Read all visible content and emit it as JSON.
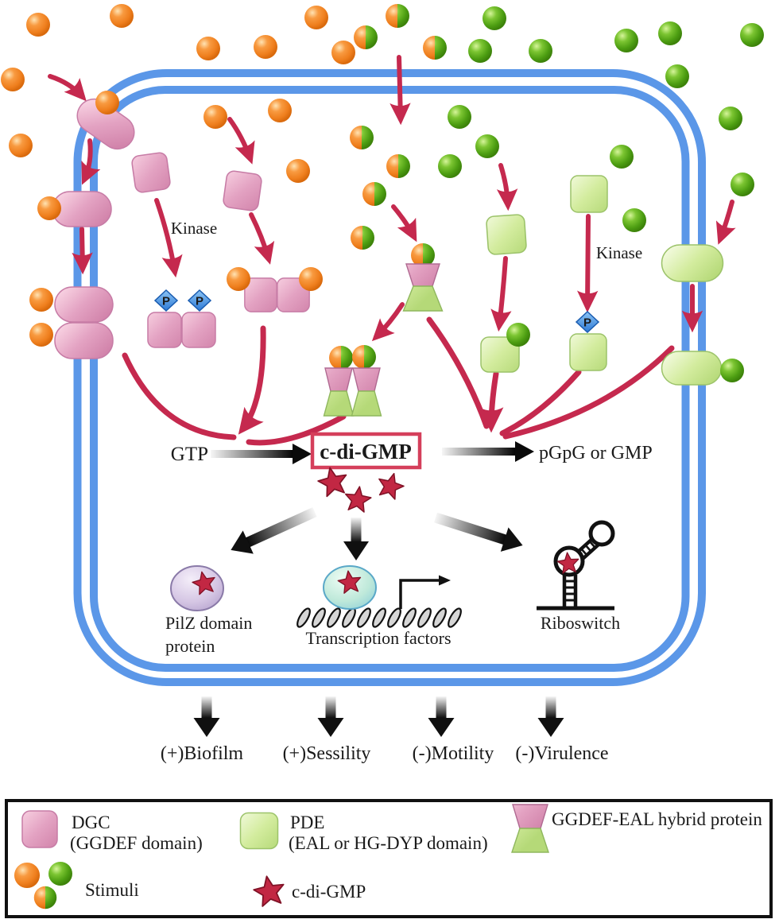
{
  "figure": {
    "type": "cell-signaling-diagram",
    "topic": "c-di-GMP signaling pathway in bacteria"
  },
  "labels": {
    "kinase_left": "Kinase",
    "kinase_right": "Kinase",
    "gtp": "GTP",
    "cdigmp_box": "c-di-GMP",
    "pgpg": "pGpG or GMP",
    "phosphate": "P",
    "pilz_line1": "PilZ domain",
    "pilz_line2": "protein",
    "transcription": "Transcription factors",
    "riboswitch": "Riboswitch"
  },
  "outputs": [
    {
      "label": "(+)Biofilm"
    },
    {
      "label": "(+)Sessility"
    },
    {
      "label": "(-)Motility"
    },
    {
      "label": "(-)Virulence"
    }
  ],
  "legend": {
    "dgc": "DGC",
    "dgc_domain": "(GGDEF domain)",
    "pde": "PDE",
    "pde_domain": "(EAL or HG-DYP domain)",
    "hybrid": "GGDEF-EAL hybrid protein",
    "stimuli": "Stimuli",
    "cdigmp": "c-di-GMP"
  },
  "colors": {
    "membrane_blue": "#5b97e8",
    "dgc_pink": "#dd93b6",
    "pde_green": "#cdea9d",
    "stimulus_orange": "#f0862e",
    "stimulus_green": "#55a617",
    "signal_red": "#c5294e",
    "phosphate_blue": "#3d8ce8",
    "star_red": "#c22743"
  }
}
